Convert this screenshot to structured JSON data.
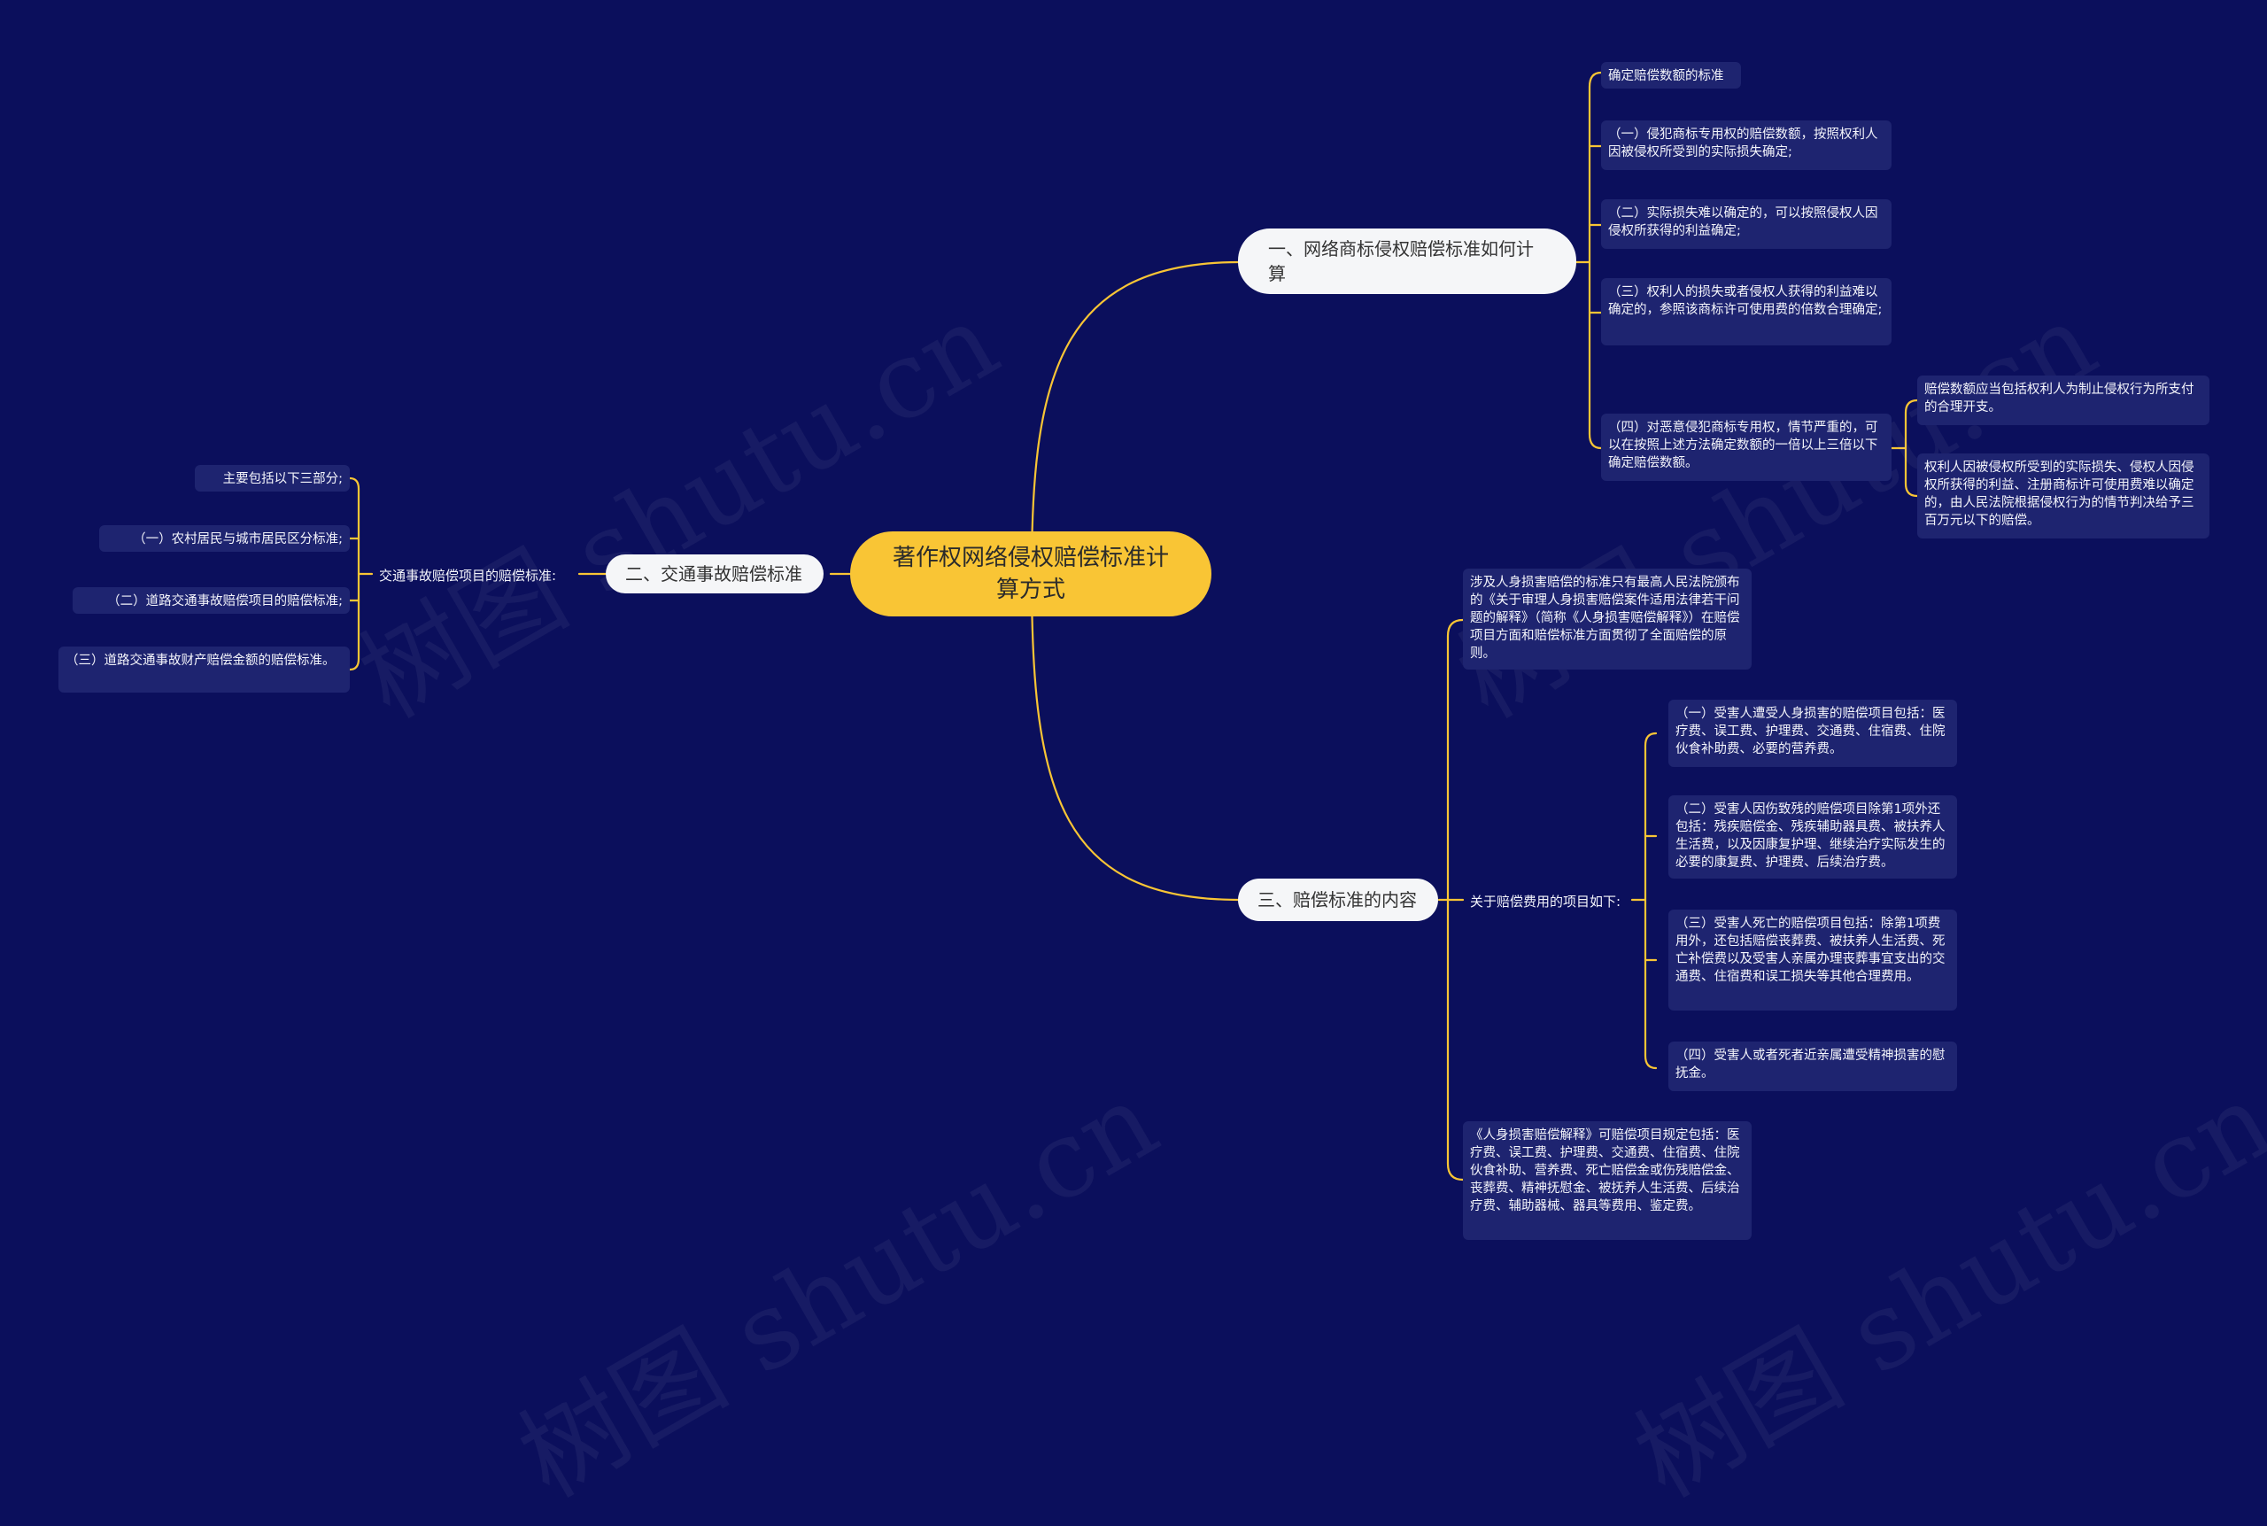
{
  "central": "著作权网络侵权赔偿标准计算方式",
  "branch1": {
    "title": "一、网络商标侵权赔偿标准如何计算",
    "items": [
      "确定赔偿数额的标准",
      "（一）侵犯商标专用权的赔偿数额，按照权利人因被侵权所受到的实际损失确定;",
      "（二）实际损失难以确定的，可以按照侵权人因侵权所获得的利益确定;",
      "（三）权利人的损失或者侵权人获得的利益难以确定的，参照该商标许可使用费的倍数合理确定;",
      "（四）对恶意侵犯商标专用权，情节严重的，可以在按照上述方法确定数额的一倍以上三倍以下确定赔偿数额。"
    ],
    "sub": [
      "赔偿数额应当包括权利人为制止侵权行为所支付的合理开支。",
      "权利人因被侵权所受到的实际损失、侵权人因侵权所获得的利益、注册商标许可使用费难以确定的，由人民法院根据侵权行为的情节判决给予三百万元以下的赔偿。"
    ]
  },
  "branch2": {
    "title": "二、交通事故赔偿标准",
    "mid": "交通事故赔偿项目的赔偿标准:",
    "items": [
      "主要包括以下三部分;",
      "（一）农村居民与城市居民区分标准;",
      "（二）道路交通事故赔偿项目的赔偿标准;",
      "（三）道路交通事故财产赔偿金额的赔偿标准。"
    ]
  },
  "branch3": {
    "title": "三、赔偿标准的内容",
    "intro": "涉及人身损害赔偿的标准只有最高人民法院颁布的《关于审理人身损害赔偿案件适用法律若干问题的解释》（简称《人身损害赔偿解释》）在赔偿项目方面和赔偿标准方面贯彻了全面赔偿的原则。",
    "mid": "关于赔偿费用的项目如下:",
    "items": [
      "（一）受害人遭受人身损害的赔偿项目包括：医疗费、误工费、护理费、交通费、住宿费、住院伙食补助费、必要的营养费。",
      "（二）受害人因伤致残的赔偿项目除第1项外还包括：残疾赔偿金、残疾辅助器具费、被扶养人生活费，以及因康复护理、继续治疗实际发生的必要的康复费、护理费、后续治疗费。",
      "（三）受害人死亡的赔偿项目包括：除第1项费用外，还包括赔偿丧葬费、被扶养人生活费、死亡补偿费以及受害人亲属办理丧葬事宜支出的交通费、住宿费和误工损失等其他合理费用。",
      "（四）受害人或者死者近亲属遭受精神损害的慰抚金。"
    ],
    "outro": "《人身损害赔偿解释》可赔偿项目规定包括：医疗费、误工费、护理费、交通费、住宿费、住院伙食补助、营养费、死亡赔偿金或伤残赔偿金、丧葬费、精神抚慰金、被抚养人生活费、后续治疗费、辅助器械、器具等费用、鉴定费。"
  },
  "watermark": "树图 shutu.cn",
  "colors": {
    "background": "#0b0f5c",
    "line": "#f9c535",
    "root": "#f9c535",
    "box": "#1e2470"
  }
}
